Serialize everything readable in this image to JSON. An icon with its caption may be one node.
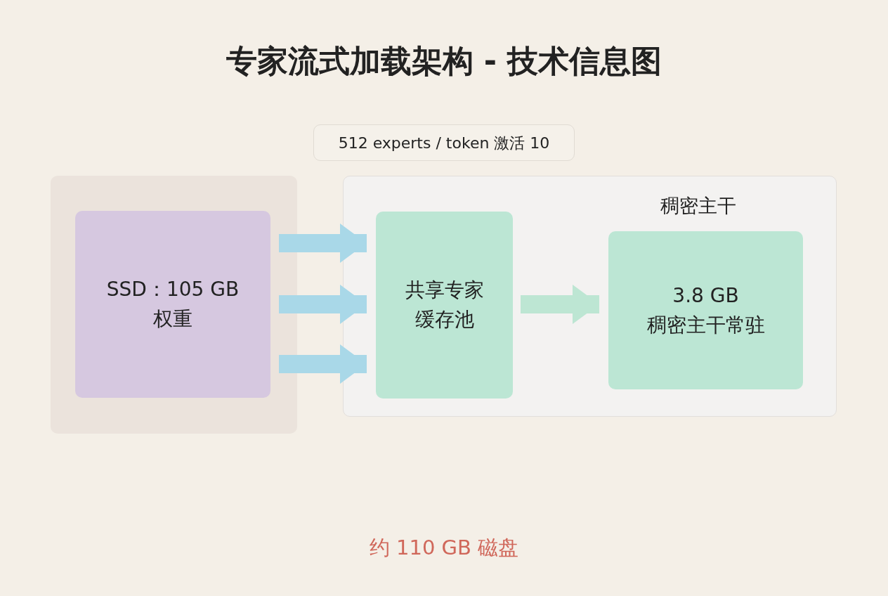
{
  "diagram": {
    "title": "专家流式加载架构 - 技术信息图",
    "caption": "约 110 GB 磁盘",
    "nodes": [
      {
        "text": [
          "512 experts / token 激活 10"
        ]
      },
      {
        "text": [],
        "shape": "box"
      },
      {
        "text": [
          "SSD：105 GB",
          "权重"
        ],
        "in": 1
      },
      {
        "text": [
          "稠密主干"
        ]
      },
      {
        "text": [
          "共享专家缓存池"
        ],
        "in": 3
      },
      {
        "text": [
          "3.8 GB",
          "稠密主干常驻"
        ],
        "in": 3
      }
    ],
    "edges": [
      {
        "from": 2,
        "to": 4,
        "arrow": "to"
      },
      {
        "from": 2,
        "to": 4,
        "arrow": "to"
      },
      {
        "from": 2,
        "to": 4,
        "arrow": "to"
      },
      {
        "from": 4,
        "to": 5,
        "arrow": "to",
        "color": "#bde6d3"
      }
    ]
  }
}
